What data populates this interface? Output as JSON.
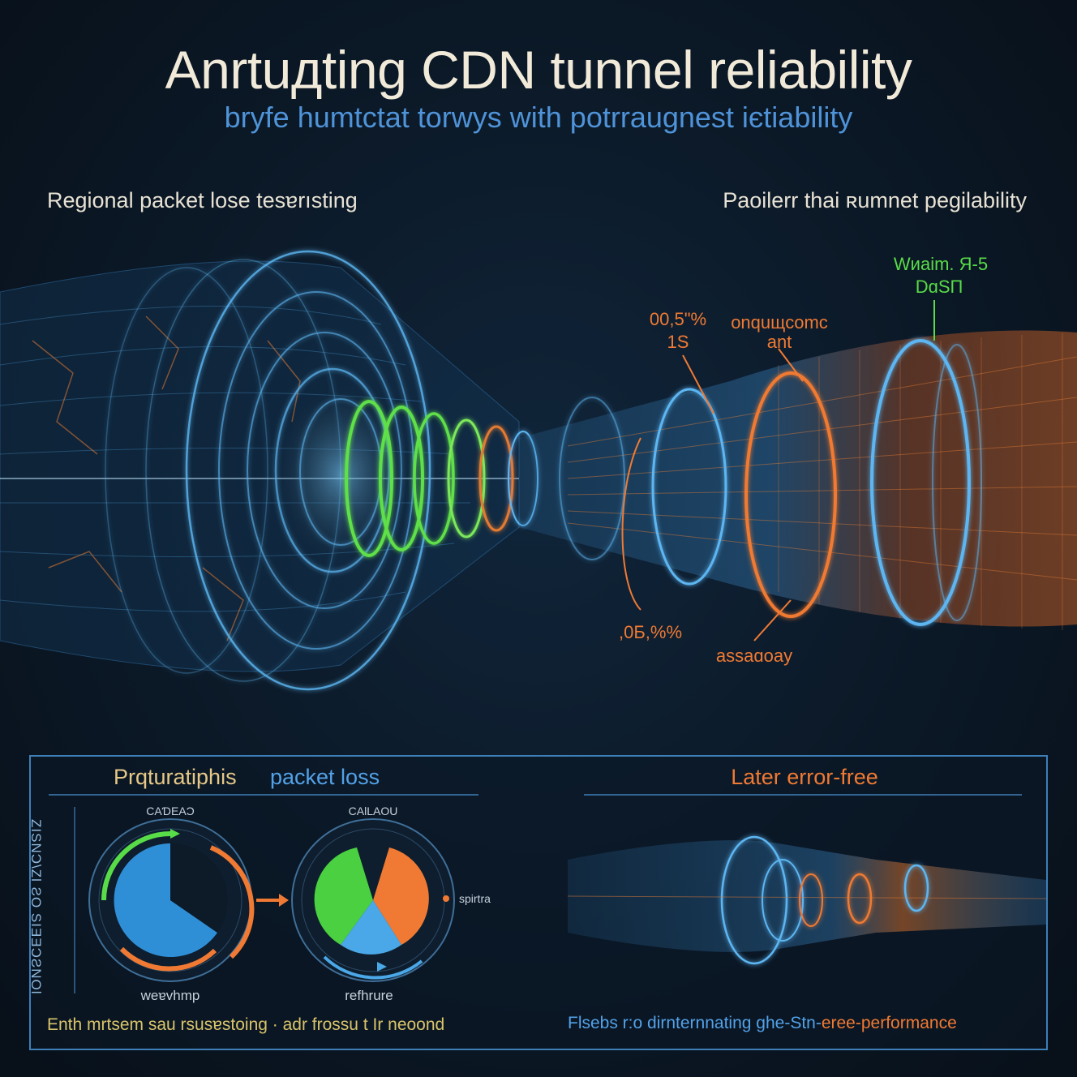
{
  "header": {
    "title": "Anrtuдting CDN tunnel reliability",
    "subtitle": "bryfe humtctat torwys with potrraugnest iєtiability"
  },
  "sections": {
    "left_label": "Regional packet lose tesɐrısting",
    "right_label": "Paoilerr thai ʀumnet pegilability"
  },
  "annotations": {
    "stat_a": "Wиaim. Я-5",
    "stat_a2": "DɑSП",
    "stat_b": "00,5\"%",
    "stat_b2": "1S",
    "stat_c": "onquщcomc",
    "stat_c2": "ant",
    "stat_d": ",0Б,%%",
    "stat_e": "assaɑoay"
  },
  "panel": {
    "left_title_a": "Prqturatiphis",
    "left_title_b": "packet loss",
    "right_title": "Later error-free",
    "gauge1_top": "CAƊEAƆ",
    "gauge1_bottom": "weɐvhmp",
    "gauge2_top": "CAƖLAOU",
    "gauge2_bottom": "refhrure",
    "gauge2_side": "spirtra",
    "vertical_label": "ZӀSNƆ\\ZƖ ƧO SIƎƎƆƧNOƖ",
    "footer_left": "Enth mrtsem sau rsusɐstoing · adr frossu t Ir neoond",
    "footer_right_a": "Flsebs r:o dirnternnating ghe-Stn-",
    "footer_right_b": "eree",
    "footer_right_c": "-performance"
  },
  "colors": {
    "background": "#0b1622",
    "blue": "#4fa3e8",
    "orange": "#f07a33",
    "green": "#58dc48",
    "cream": "#f1ead9"
  }
}
